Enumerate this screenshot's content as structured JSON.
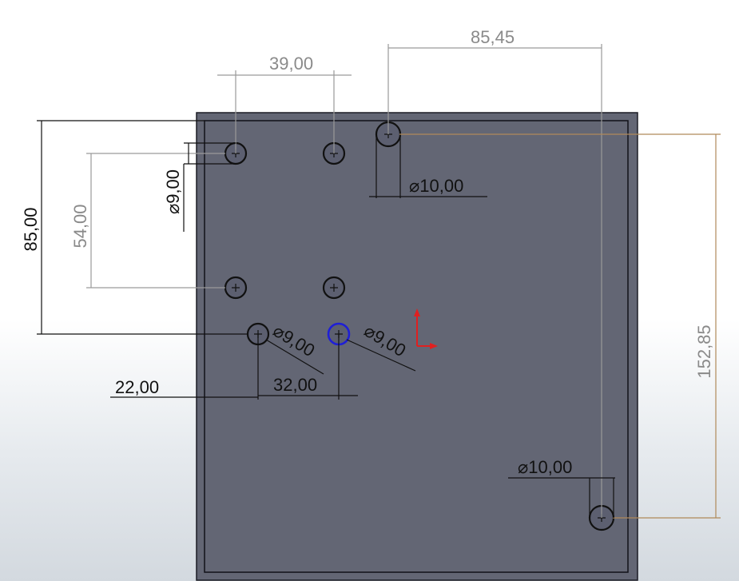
{
  "sketch": {
    "colors": {
      "plate_fill": "#636674",
      "plate_edge": "#1b1b24",
      "hole_stroke": "#111111",
      "selected_hole": "#1f1fd6",
      "origin_red": "#e02020",
      "driven_dim": "#b08a5a",
      "dim_gray": "#8a8a8a",
      "dim_black": "#111111"
    },
    "dimensions": {
      "top_spacing": "39,00",
      "right_offset": "85,45",
      "overall_height": "85,00",
      "inner_height": "54,00",
      "small_hole_dia": "⌀9,00",
      "large_hole_dia_top": "⌀10,00",
      "left_offset": "22,00",
      "bottom_spacing": "32,00",
      "hole_dia_a": "⌀9,00",
      "hole_dia_b": "⌀9,00",
      "vertical_span": "152,85",
      "large_hole_dia_bottom": "⌀10,00"
    },
    "icons": {
      "origin": "origin-axes-icon",
      "center_mark": "center-point-icon"
    }
  }
}
